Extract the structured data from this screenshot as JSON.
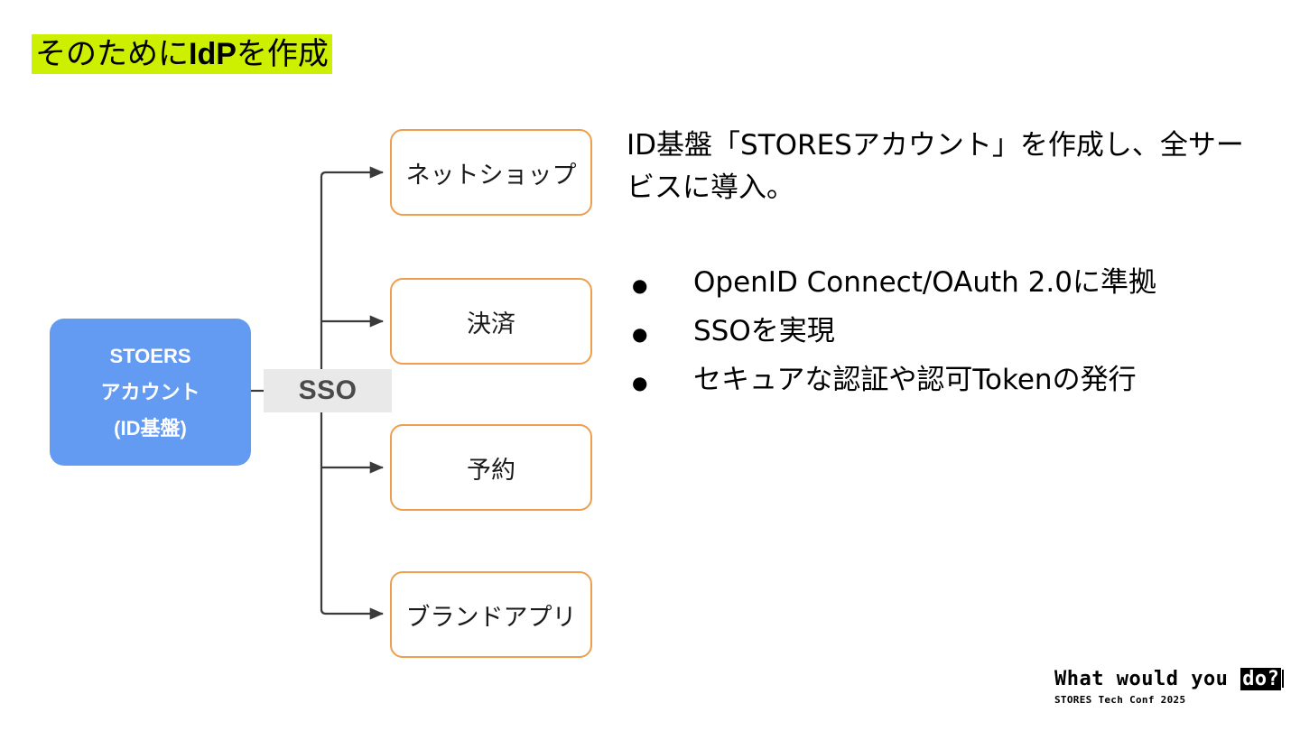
{
  "slide": {
    "title": {
      "prefix": "そのために",
      "bold": "IdP",
      "suffix": "を作成",
      "highlight_color": "#CCF000"
    },
    "diagram": {
      "idp_box": {
        "line1": "STOERS",
        "line2": "アカウント",
        "line3": "(ID基盤)",
        "fill_color": "#649BF2",
        "text_color": "#FFFFFF"
      },
      "sso_chip": {
        "label": "SSO",
        "fill_color": "#E9E9E9",
        "text_color": "#4A4A4A"
      },
      "services": [
        {
          "label": "ネットショップ"
        },
        {
          "label": "決済"
        },
        {
          "label": "予約"
        },
        {
          "label": "ブランドアプリ"
        }
      ],
      "service_border_color": "#ED9E4F",
      "connector_color": "#3A3A3A"
    },
    "body": {
      "paragraph": "ID基盤「STORESアカウント」を作成し、全サービスに導入。",
      "bullet_glyph": "●",
      "bullets": [
        "OpenID Connect/OAuth 2.0に準拠",
        "SSOを実現",
        "セキュアな認証や認可Tokenの発行"
      ]
    },
    "footer": {
      "main_prefix": "What would you ",
      "main_inverted": "do?",
      "sub": "STORES Tech Conf 2025"
    }
  }
}
